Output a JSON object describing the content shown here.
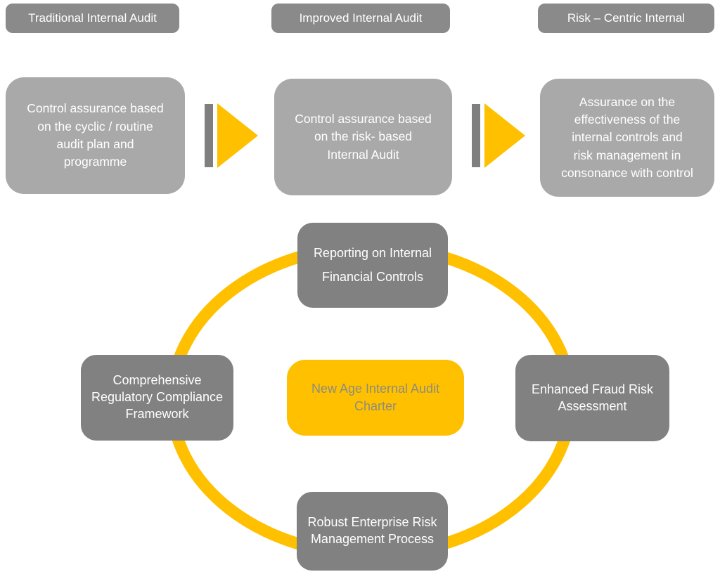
{
  "colors": {
    "header_gray": "#8a8a8a",
    "content_gray": "#a9a9a9",
    "node_gray": "#818181",
    "yellow": "#ffc000",
    "center_text": "#8c8c7e",
    "white": "#ffffff"
  },
  "evolution": {
    "columns": [
      {
        "header": "Traditional Internal Audit",
        "body": "Control assurance based\non the cyclic / routine\naudit plan and\nprogramme"
      },
      {
        "header": "Improved Internal Audit",
        "body": "Control assurance based\non the risk- based\nInternal Audit"
      },
      {
        "header": "Risk – Centric Internal",
        "body": "Assurance on the\neffectiveness of the\ninternal controls and\nrisk management in\nconsonance with control"
      }
    ]
  },
  "cycle": {
    "center": "New Age Internal Audit\nCharter",
    "top": "Reporting on Internal\nFinancial Controls",
    "right": "Enhanced Fraud Risk\nAssessment",
    "bottom": "Robust Enterprise Risk\nManagement Process",
    "left": "Comprehensive\nRegulatory Compliance\nFramework"
  }
}
